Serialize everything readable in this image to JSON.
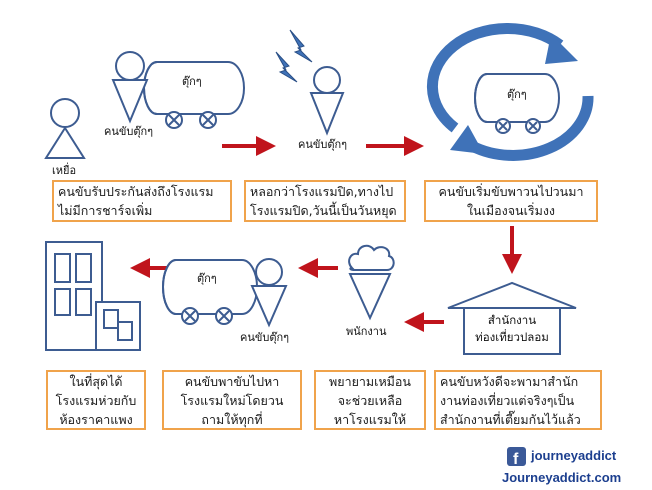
{
  "labels": {
    "passenger": "เหยื่อ",
    "driver": "คนขับตุ๊กๆ",
    "tuktuk": "ตุ๊กๆ",
    "staff": "พนักงาน",
    "tourist_office_line1": "สำนักงาน",
    "tourist_office_line2": "ท่องเที่ยวปลอม"
  },
  "steps": [
    {
      "lines": [
        "คนขับรับประกันส่งถึงโรงแรม",
        "ไม่มีการชาร์จเพิ่ม"
      ]
    },
    {
      "lines": [
        "หลอกว่าโรงแรมปิด,ทางไป",
        "โรงแรมปิด,วันนี้เป็นวันหยุด"
      ]
    },
    {
      "lines": [
        "คนขับเริ่มขับพาวนไปวนมา",
        "ในเมืองจนเริ่มงง"
      ]
    },
    {
      "lines": [
        "คนขับหวังดีจะพามาสำนัก",
        "งานท่องเที่ยวแต่จริงๆเป็น",
        "สำนักงานที่เตี๊ยมกันไว้แล้ว"
      ]
    },
    {
      "lines": [
        "พยายามเหมือน",
        "จะช่วยเหลือ",
        "หาโรงแรมให้"
      ]
    },
    {
      "lines": [
        "คนขับพาขับไปหา",
        "โรงแรมใหม่โดยวน",
        "ถามให้ทุกที่"
      ]
    },
    {
      "lines": [
        "ในที่สุดได้",
        "โรงแรมห่วยกับ",
        "ห้องราคาแพง"
      ]
    }
  ],
  "footer": {
    "facebook_handle": "journeyaddict",
    "website": "Journeyaddict.com"
  },
  "colors": {
    "arrow_red": "#c0141c",
    "box_border": "#f0a34b",
    "figure_blue": "#3d5c91",
    "circle_arrow_blue": "#3f72b8",
    "facebook_blue": "#3b5998",
    "footer_text": "#1c3f8f"
  },
  "icons": [
    "lightning-icon",
    "facebook-icon",
    "circular-arrows-icon",
    "cloud-hair-icon"
  ]
}
